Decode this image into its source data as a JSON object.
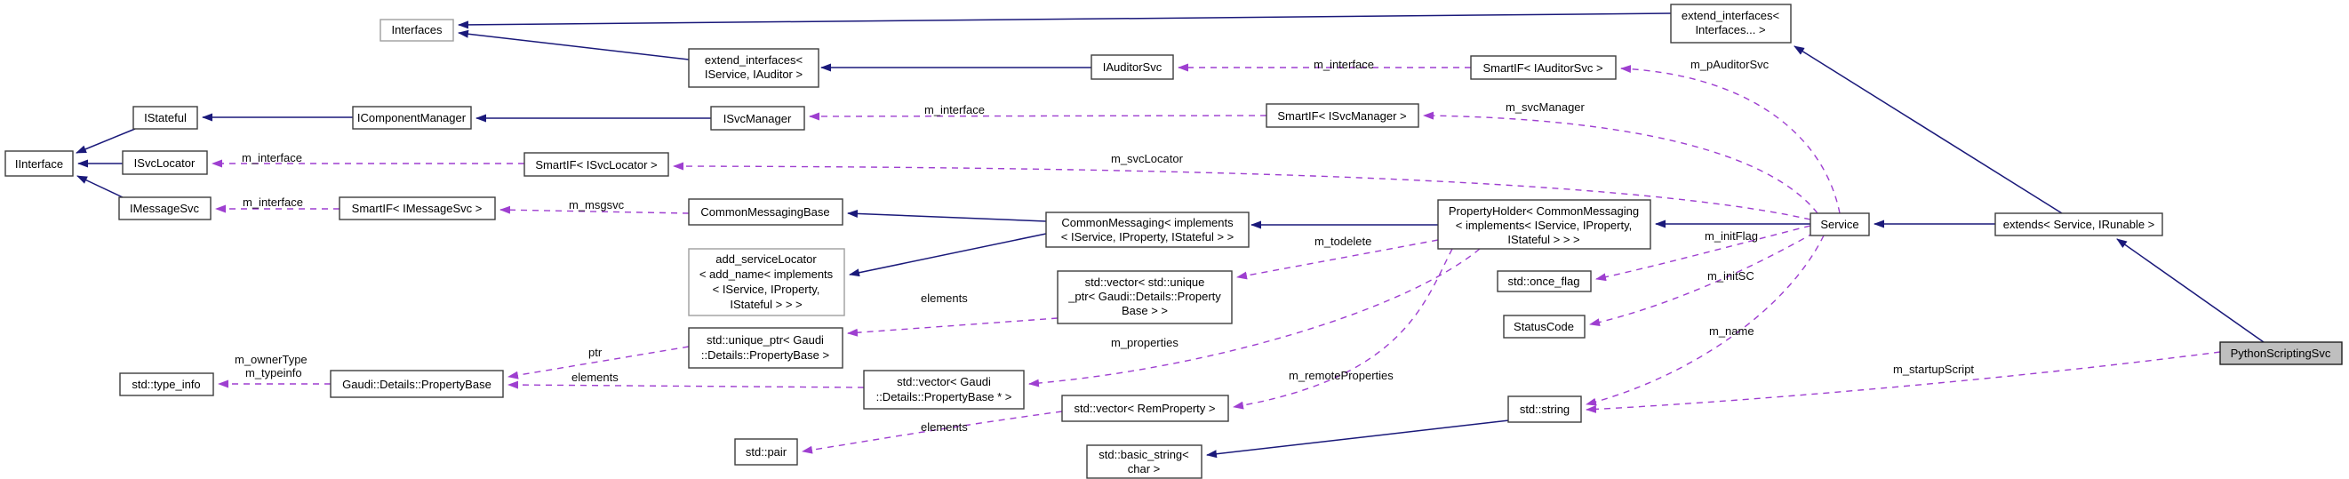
{
  "diagram": {
    "type": "doxygen-collaboration-graph",
    "focus": "PythonScriptingSvc",
    "colors": {
      "background": "#ffffff",
      "inheritance_edge": "#1a197a",
      "usage_edge": "#9e3fd0",
      "node_border": "#3d3d3d",
      "template_node_border": "#9e9e9e",
      "focus_node_fill": "#bfbfbf",
      "node_fill": "#ffffff",
      "text": "#000000"
    },
    "nodes": {
      "interfaces": {
        "label": "Interfaces"
      },
      "ext_svc_auditor": {
        "lines": [
          "extend_interfaces<",
          "IService, IAuditor >"
        ]
      },
      "iauditorsvc": {
        "label": "IAuditorSvc"
      },
      "smartif_iauditorsvc": {
        "label": "SmartIF< IAuditorSvc >"
      },
      "ext_interfaces": {
        "lines": [
          "extend_interfaces<",
          "Interfaces... >"
        ]
      },
      "istateful": {
        "label": "IStateful"
      },
      "icomponentmanager": {
        "label": "IComponentManager"
      },
      "isvcmanager": {
        "label": "ISvcManager"
      },
      "smartif_isvcmanager": {
        "label": "SmartIF< ISvcManager >"
      },
      "iinterface": {
        "label": "IInterface"
      },
      "isvclocator": {
        "label": "ISvcLocator"
      },
      "smartif_isvclocator": {
        "label": "SmartIF< ISvcLocator >"
      },
      "imessagesvc": {
        "label": "IMessageSvc"
      },
      "smartif_imessagesvc": {
        "label": "SmartIF< IMessageSvc >"
      },
      "commonmessagingbase": {
        "label": "CommonMessagingBase"
      },
      "add_servicelocator": {
        "lines": [
          "add_serviceLocator",
          "< add_name< implements",
          "< IService, IProperty,",
          "IStateful > > >"
        ]
      },
      "commonmessaging": {
        "lines": [
          "CommonMessaging< implements",
          "< IService, IProperty, IStateful > >"
        ]
      },
      "propertyholder": {
        "lines": [
          "PropertyHolder< CommonMessaging",
          "< implements< IService, IProperty,",
          "IStateful > > >"
        ]
      },
      "service": {
        "label": "Service"
      },
      "extends_service": {
        "label": "extends< Service, IRunable >"
      },
      "pythonscriptingsvc": {
        "label": "PythonScriptingSvc"
      },
      "once_flag": {
        "label": "std::once_flag"
      },
      "statuscode": {
        "label": "StatusCode"
      },
      "vec_uniqueptr": {
        "lines": [
          "std::vector< std::unique",
          "_ptr< Gaudi::Details::Property",
          "Base > >"
        ]
      },
      "uniqueptr": {
        "lines": [
          "std::unique_ptr< Gaudi",
          "::Details::PropertyBase >"
        ]
      },
      "vec_propertybase": {
        "lines": [
          "std::vector< Gaudi",
          "::Details::PropertyBase * >"
        ]
      },
      "propertybase": {
        "label": "Gaudi::Details::PropertyBase"
      },
      "type_info": {
        "label": "std::type_info"
      },
      "vec_remproperty": {
        "label": "std::vector< RemProperty >"
      },
      "stdstring": {
        "label": "std::string"
      },
      "stdpair": {
        "label": "std::pair"
      },
      "basic_string": {
        "lines": [
          "std::basic_string<",
          "char >"
        ]
      }
    },
    "edge_labels": {
      "m_interface": "m_interface",
      "m_msgsvc": "m_msgsvc",
      "m_svcLocator": "m_svcLocator",
      "m_svcManager": "m_svcManager",
      "m_pAuditorSvc": "m_pAuditorSvc",
      "m_todelete": "m_todelete",
      "m_properties": "m_properties",
      "m_remoteProperties": "m_remoteProperties",
      "m_initFlag": "m_initFlag",
      "m_initSC": "m_initSC",
      "m_name": "m_name",
      "m_startupScript": "m_startupScript",
      "m_ownerType": "m_ownerType",
      "m_typeinfo": "m_typeinfo",
      "ptr": "ptr",
      "elements": "elements"
    },
    "edges": [
      {
        "from": "ext_svc_auditor",
        "to": "interfaces",
        "type": "inheritance"
      },
      {
        "from": "ext_interfaces",
        "to": "interfaces",
        "type": "inheritance"
      },
      {
        "from": "iauditorsvc",
        "to": "ext_svc_auditor",
        "type": "inheritance"
      },
      {
        "from": "icomponentmanager",
        "to": "istateful",
        "type": "inheritance"
      },
      {
        "from": "isvcmanager",
        "to": "icomponentmanager",
        "type": "inheritance"
      },
      {
        "from": "istateful",
        "to": "iinterface",
        "type": "inheritance"
      },
      {
        "from": "isvclocator",
        "to": "iinterface",
        "type": "inheritance"
      },
      {
        "from": "imessagesvc",
        "to": "iinterface",
        "type": "inheritance"
      },
      {
        "from": "commonmessaging",
        "to": "commonmessagingbase",
        "type": "inheritance"
      },
      {
        "from": "commonmessaging",
        "to": "add_servicelocator",
        "type": "inheritance"
      },
      {
        "from": "propertyholder",
        "to": "commonmessaging",
        "type": "inheritance"
      },
      {
        "from": "service",
        "to": "propertyholder",
        "type": "inheritance"
      },
      {
        "from": "extends_service",
        "to": "service",
        "type": "inheritance"
      },
      {
        "from": "extends_service",
        "to": "ext_interfaces",
        "type": "inheritance"
      },
      {
        "from": "pythonscriptingsvc",
        "to": "extends_service",
        "type": "inheritance"
      },
      {
        "from": "stdstring",
        "to": "basic_string",
        "type": "inheritance"
      },
      {
        "from": "smartif_imessagesvc",
        "to": "imessagesvc",
        "type": "usage",
        "label": "m_interface"
      },
      {
        "from": "commonmessagingbase",
        "to": "smartif_imessagesvc",
        "type": "usage",
        "label": "m_msgsvc"
      },
      {
        "from": "smartif_isvclocator",
        "to": "isvclocator",
        "type": "usage",
        "label": "m_interface"
      },
      {
        "from": "service",
        "to": "smartif_isvclocator",
        "type": "usage",
        "label": "m_svcLocator"
      },
      {
        "from": "smartif_isvcmanager",
        "to": "isvcmanager",
        "type": "usage",
        "label": "m_interface"
      },
      {
        "from": "service",
        "to": "smartif_isvcmanager",
        "type": "usage",
        "label": "m_svcManager"
      },
      {
        "from": "smartif_iauditorsvc",
        "to": "iauditorsvc",
        "type": "usage",
        "label": "m_interface"
      },
      {
        "from": "service",
        "to": "smartif_iauditorsvc",
        "type": "usage",
        "label": "m_pAuditorSvc"
      },
      {
        "from": "propertyholder",
        "to": "vec_uniqueptr",
        "type": "usage",
        "label": "m_todelete"
      },
      {
        "from": "propertyholder",
        "to": "vec_propertybase",
        "type": "usage",
        "label": "m_properties"
      },
      {
        "from": "propertyholder",
        "to": "vec_remproperty",
        "type": "usage",
        "label": "m_remoteProperties"
      },
      {
        "from": "service",
        "to": "once_flag",
        "type": "usage",
        "label": "m_initFlag"
      },
      {
        "from": "service",
        "to": "statuscode",
        "type": "usage",
        "label": "m_initSC"
      },
      {
        "from": "service",
        "to": "stdstring",
        "type": "usage",
        "label": "m_name"
      },
      {
        "from": "pythonscriptingsvc",
        "to": "stdstring",
        "type": "usage",
        "label": "m_startupScript"
      },
      {
        "from": "vec_uniqueptr",
        "to": "uniqueptr",
        "type": "usage",
        "label": "elements"
      },
      {
        "from": "uniqueptr",
        "to": "propertybase",
        "type": "usage",
        "label": "ptr"
      },
      {
        "from": "vec_propertybase",
        "to": "propertybase",
        "type": "usage",
        "label": "elements"
      },
      {
        "from": "propertybase",
        "to": "type_info",
        "type": "usage",
        "label": "m_ownerType\nm_typeinfo"
      },
      {
        "from": "vec_remproperty",
        "to": "stdpair",
        "type": "usage",
        "label": "elements"
      }
    ]
  }
}
